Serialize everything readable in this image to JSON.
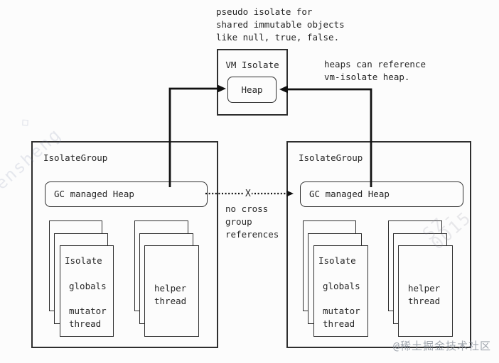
{
  "annotations": {
    "pseudo_isolate": "pseudo isolate for\nshared immutable objects\nlike null, true, false.",
    "heaps_reference": "heaps can reference\nvm-isolate heap.",
    "no_cross_group": "no cross\ngroup\nreferences",
    "cross_mark": "X"
  },
  "vm_isolate": {
    "title": "VM Isolate",
    "heap_label": "Heap"
  },
  "groups": [
    {
      "title": "IsolateGroup",
      "gc_heap_label": "GC managed Heap",
      "isolate": {
        "title": "Isolate",
        "globals": "globals",
        "mutator": "mutator\nthread"
      },
      "helper": {
        "label": "helper\nthread"
      }
    },
    {
      "title": "IsolateGroup",
      "gc_heap_label": "GC managed Heap",
      "isolate": {
        "title": "Isolate",
        "globals": "globals",
        "mutator": "mutator\nthread"
      },
      "helper": {
        "label": "helper\nthread"
      }
    }
  ],
  "watermarks": {
    "diag_left": "ensheng",
    "diag_right": "SZ-0015",
    "logo_glyph": "◇",
    "community": "@稀土掘金技术社区"
  },
  "colors": {
    "ink": "#262626",
    "line": "#111111",
    "background": "#fcfcfc"
  }
}
